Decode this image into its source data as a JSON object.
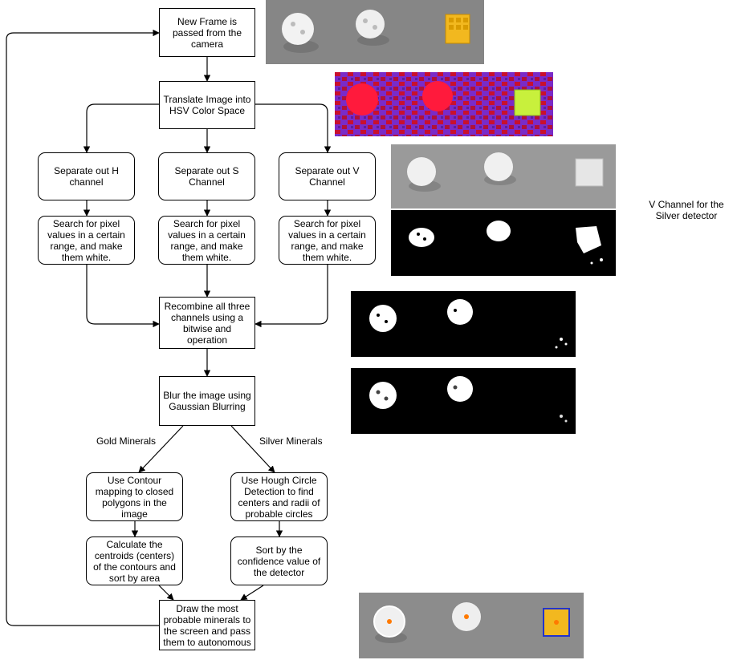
{
  "nodes": {
    "new_frame": "New Frame is passed from the camera",
    "hsv": "Translate Image into HSV Color Space",
    "sep_h": "Separate out H channel",
    "sep_s": "Separate out S Channel",
    "sep_v": "Separate out V Channel",
    "search_h": "Search for pixel values in a certain range, and make them white.",
    "search_s": "Search for pixel values in a certain range, and make them white.",
    "search_v": "Search for pixel values in a certain range, and make them white.",
    "recombine": "Recombine all three channels using a bitwise and operation",
    "blur": "Blur the image using Gaussian Blurring",
    "contour": "Use Contour mapping to closed polygons in the image",
    "hough": "Use Hough Circle Detection to find centers and radii of probable circles",
    "centroids": "Calculate the centroids (centers) of the contours and sort by area",
    "sort_conf": "Sort by the confidence value of the detector",
    "draw": "Draw the most probable minerals to the screen and pass them to autonomous"
  },
  "edge_labels": {
    "gold": "Gold Minerals",
    "silver": "Silver Minerals"
  },
  "side_note": "V Channel for the Silver detector",
  "colors": {
    "line": "#000000",
    "floor_gray": "#8a8a8a",
    "hsv_purple": "#7a2bc8",
    "hsv_red": "#c8102e",
    "gold_cube": "#f2b81f",
    "hsv_cube": "#c8f03c",
    "bbox_blue": "#2233cc",
    "marker_orange": "#ff7a00"
  }
}
